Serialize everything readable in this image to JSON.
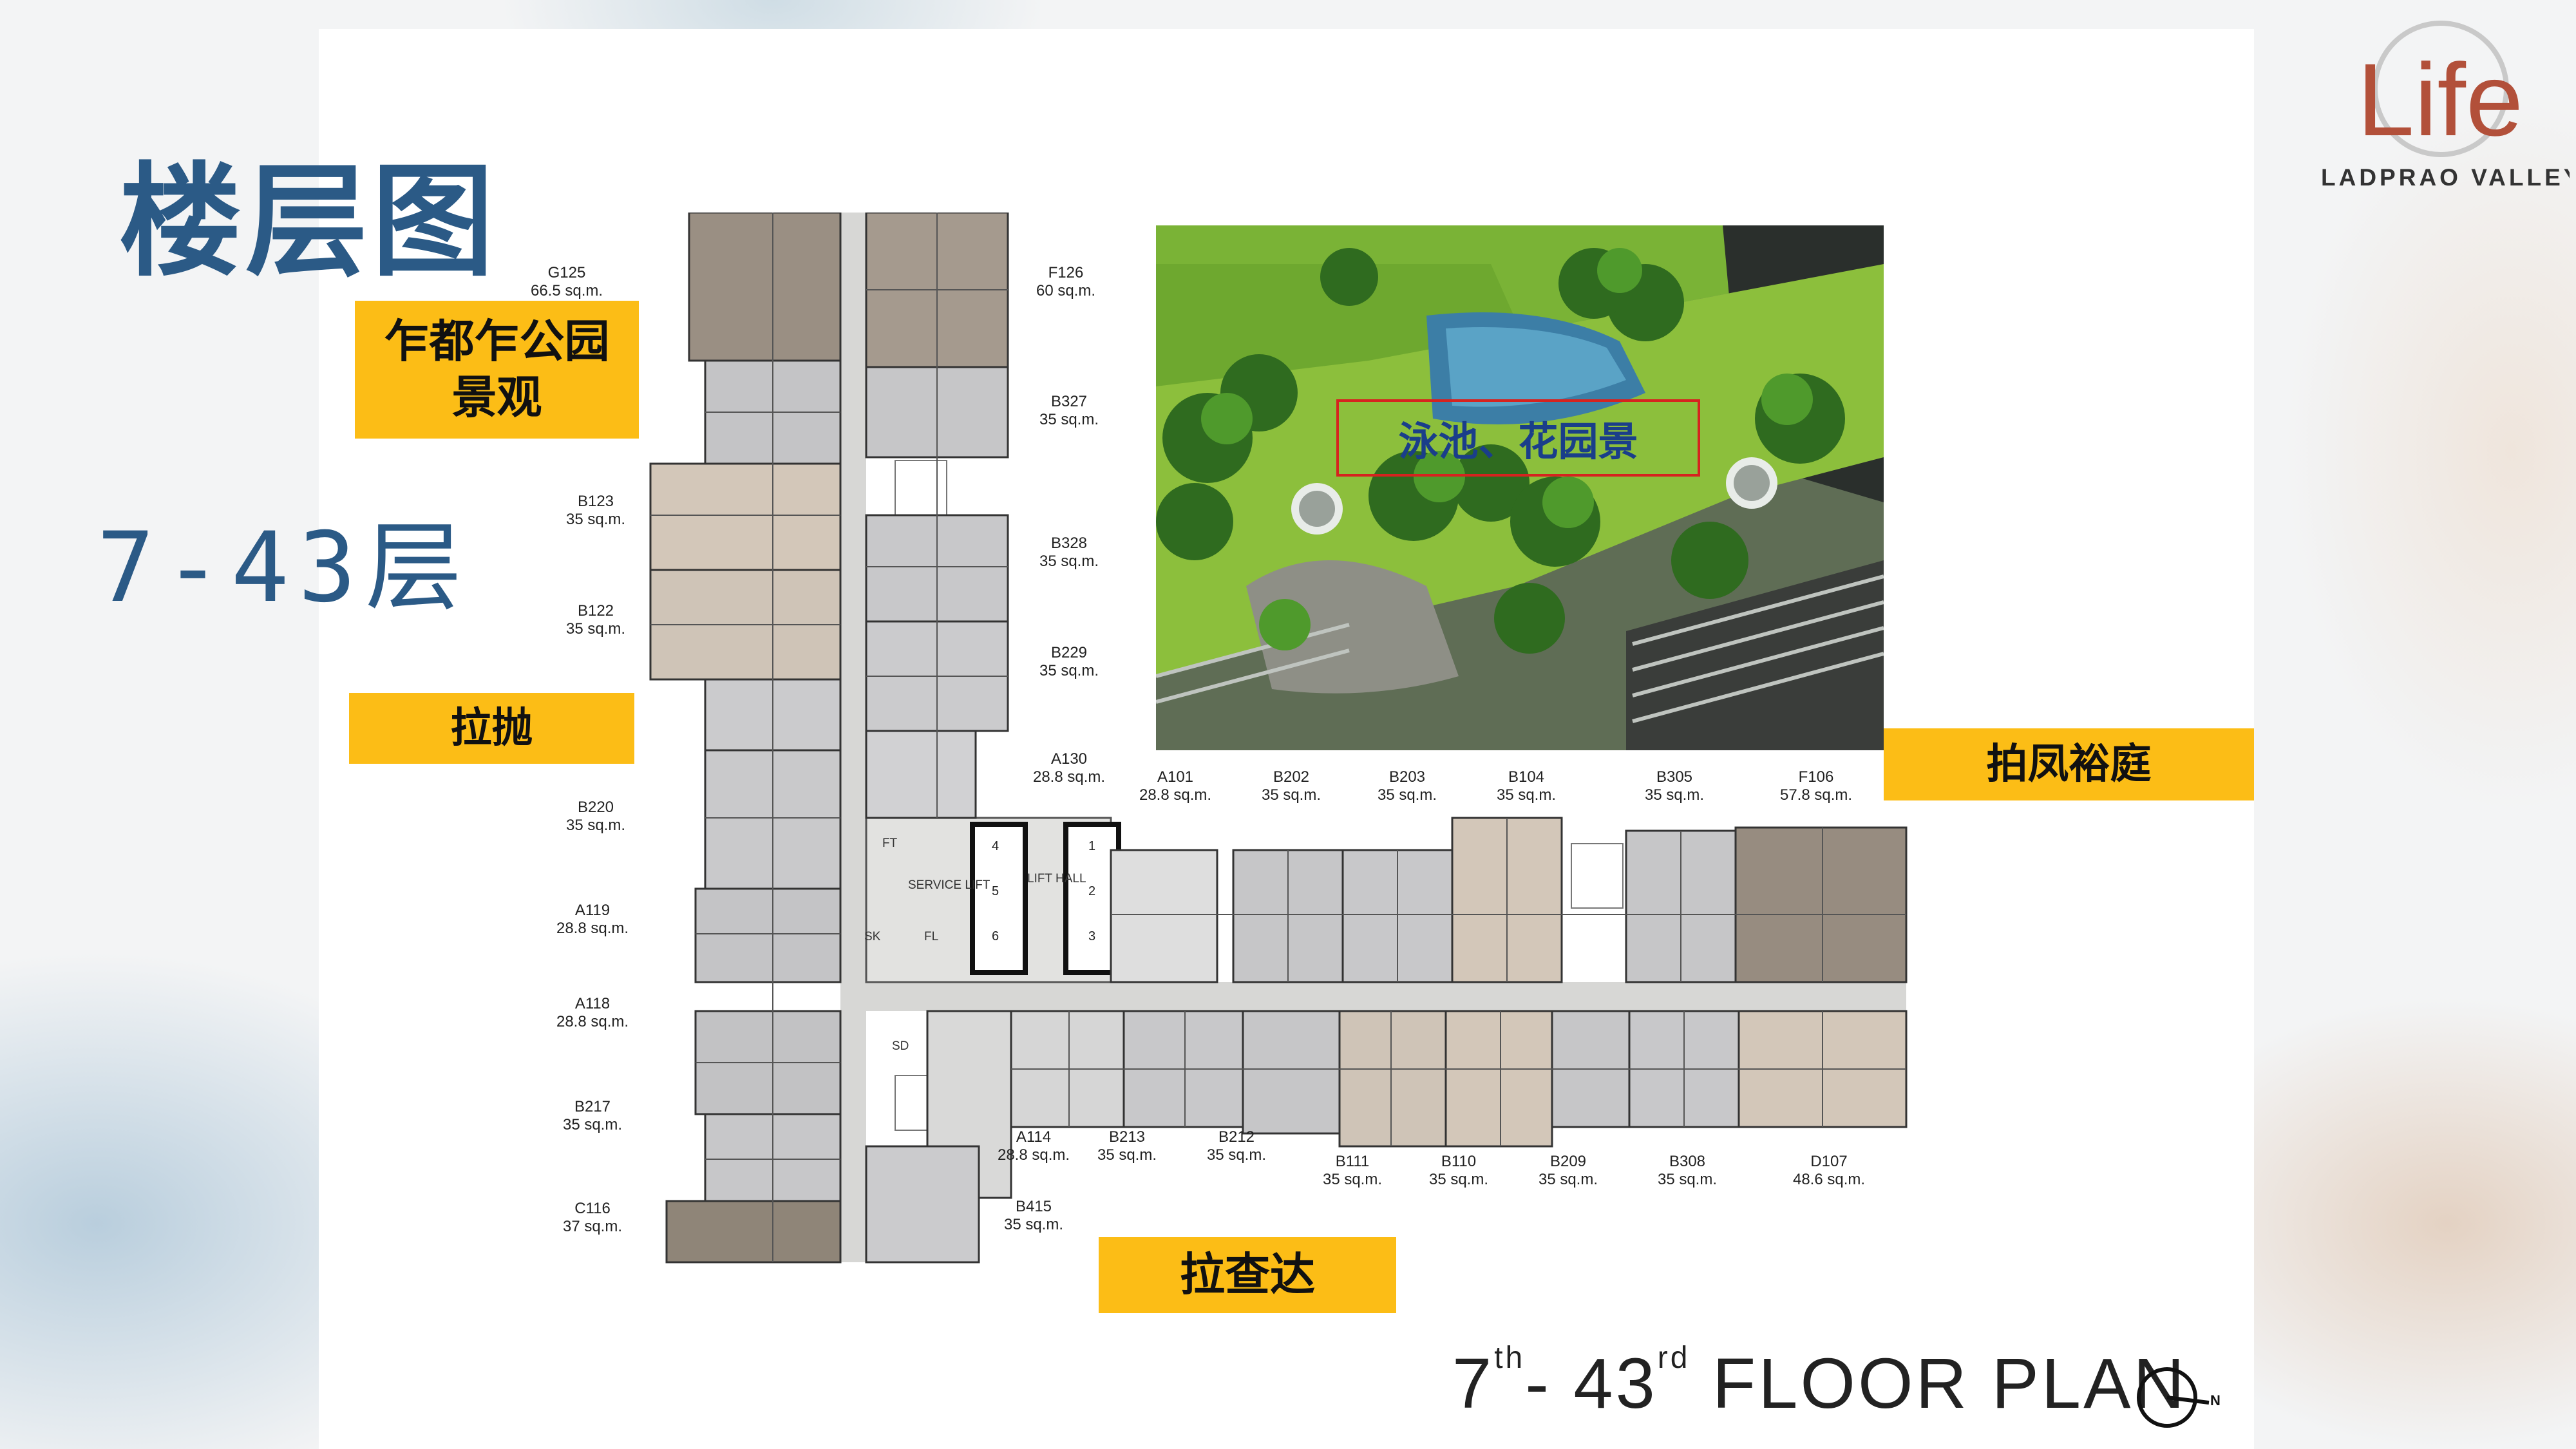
{
  "title": "楼层图",
  "floors": "7-43层",
  "logo": {
    "word": "Life",
    "subtitle": "LADPRAO VALLEY",
    "accent": "#b2503a"
  },
  "tags": {
    "park_view": "乍都乍公园\n景观",
    "lapao": "拉抛",
    "phahon": "拍凤裕庭",
    "ratchada": "拉查达"
  },
  "photo": {
    "label": "泳池、花园景"
  },
  "plan_text": {
    "lift_hall": "LIFT\nHALL",
    "service_lift": "SERVICE\nLIFT",
    "lifts": [
      "4",
      "2",
      "5",
      "1",
      "6",
      "3"
    ],
    "sd": "SD",
    "ft": "FT",
    "sk": "SK",
    "fl": "FL"
  },
  "units": [
    {
      "id": "G125",
      "area": "66.5 sq.m."
    },
    {
      "id": "F126",
      "area": "60 sq.m."
    },
    {
      "id": "B327",
      "area": "35 sq.m."
    },
    {
      "id": "B123",
      "area": "35 sq.m."
    },
    {
      "id": "B328",
      "area": "35 sq.m."
    },
    {
      "id": "B122",
      "area": "35 sq.m."
    },
    {
      "id": "B229",
      "area": "35 sq.m."
    },
    {
      "id": "A130",
      "area": "28.8 sq.m."
    },
    {
      "id": "B220",
      "area": "35 sq.m."
    },
    {
      "id": "A119",
      "area": "28.8 sq.m."
    },
    {
      "id": "A118",
      "area": "28.8 sq.m."
    },
    {
      "id": "B217",
      "area": "35 sq.m."
    },
    {
      "id": "C116",
      "area": "37 sq.m."
    },
    {
      "id": "A101",
      "area": "28.8 sq.m."
    },
    {
      "id": "B202",
      "area": "35 sq.m."
    },
    {
      "id": "B203",
      "area": "35 sq.m."
    },
    {
      "id": "B104",
      "area": "35 sq.m."
    },
    {
      "id": "B305",
      "area": "35 sq.m."
    },
    {
      "id": "F106",
      "area": "57.8 sq.m."
    },
    {
      "id": "A114",
      "area": "28.8 sq.m."
    },
    {
      "id": "B213",
      "area": "35 sq.m."
    },
    {
      "id": "B212",
      "area": "35 sq.m."
    },
    {
      "id": "B415",
      "area": "35 sq.m."
    },
    {
      "id": "B111",
      "area": "35 sq.m."
    },
    {
      "id": "B110",
      "area": "35 sq.m."
    },
    {
      "id": "B209",
      "area": "35 sq.m."
    },
    {
      "id": "B308",
      "area": "35 sq.m."
    },
    {
      "id": "D107",
      "area": "48.6 sq.m."
    }
  ],
  "footer": {
    "a": "7",
    "a_sup": "th",
    "dash": "- ",
    "b": "43",
    "b_sup": "rd",
    "rest": " FLOOR PLAN",
    "north": "N"
  },
  "colors": {
    "title_blue": "#2b5a86",
    "tag_yellow": "#fcbd16",
    "label_red": "#d6231f",
    "label_blue": "#1a3e8a"
  }
}
